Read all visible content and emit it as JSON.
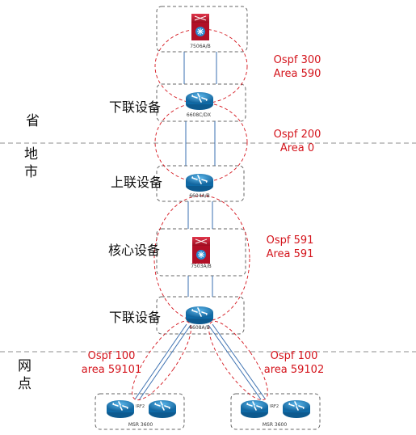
{
  "levels": {
    "province": "省",
    "city": "地市",
    "site": "网点"
  },
  "tiers": {
    "province_down": "下联设备",
    "city_up": "上联设备",
    "core": "核心设备",
    "city_down": "下联设备"
  },
  "devices": {
    "top_core": "7506A/B",
    "province_agg": "6608C/DX",
    "city_up": "6604A/B",
    "city_core": "7503A/B",
    "city_agg": "6608A/B",
    "site_left": "MSR 3600",
    "site_right": "MSR 3600",
    "irf_left": "IRF2",
    "irf_right": "IRF2"
  },
  "ospf": [
    {
      "process": "Ospf  300",
      "area": "Area 590"
    },
    {
      "process": "Ospf  200",
      "area": "Area 0"
    },
    {
      "process": "Ospf  591",
      "area": "Area 591"
    },
    {
      "process": "Ospf 100",
      "area": "area 59101"
    },
    {
      "process": "Ospf 100",
      "area": "area 59102"
    }
  ],
  "colors": {
    "ospf_text": "#d4141c",
    "router_blue": "#1a7fc1",
    "switch_red": "#c8102e",
    "link_blue": "#3a6fb0"
  }
}
